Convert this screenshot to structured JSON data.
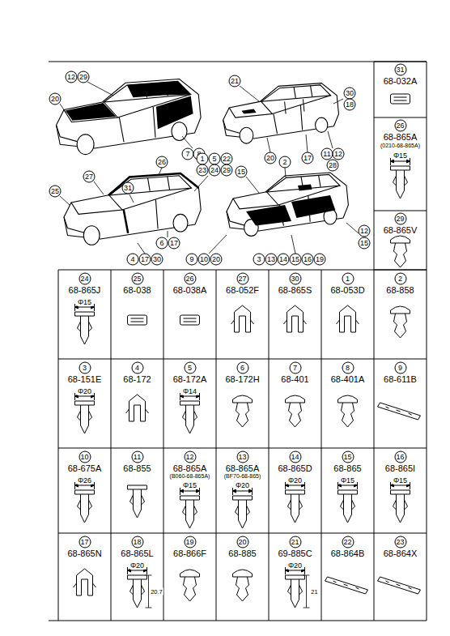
{
  "diagram": {
    "labels": [
      "12",
      "29",
      "20",
      "7",
      "8",
      "21",
      "30",
      "18",
      "20",
      "17",
      "11",
      "12",
      "28",
      "26",
      "1",
      "5",
      "22",
      "23",
      "24",
      "29",
      "27",
      "31",
      "25",
      "6",
      "17",
      "4",
      "17",
      "30",
      "15",
      "2",
      "12",
      "15",
      "9",
      "10",
      "20",
      "3",
      "13",
      "14",
      "15",
      "16",
      "19",
      "31",
      "68-032A",
      "26",
      "68-865A",
      "(0210-68-865A)",
      "Φ15",
      "29",
      "68-865V",
      "24",
      "68-865J",
      "Φ15",
      "25",
      "68-038",
      "26",
      "68-038A",
      "27",
      "68-052F",
      "30",
      "68-865S",
      "1",
      "68-053D",
      "2",
      "68-858",
      "3",
      "68-151E",
      "Φ20",
      "4",
      "68-172",
      "5",
      "68-172A",
      "Φ14",
      "6",
      "68-172H",
      "7",
      "68-401",
      "8",
      "68-401A",
      "9",
      "68-611B",
      "10",
      "68-675A",
      "Φ26",
      "11",
      "68-855",
      "12",
      "68-865A",
      "(B060-68-865A)",
      "Φ15",
      "13",
      "68-865A",
      "(BF70-68-865)",
      "Φ20",
      "14",
      "68-865D",
      "Φ20",
      "15",
      "68-865",
      "Φ15",
      "16",
      "68-865I",
      "Φ15",
      "17",
      "68-865N",
      "18",
      "68-865L",
      "Φ20",
      "20.7",
      "19",
      "68-866F",
      "20",
      "68-885",
      "21",
      "69-885C",
      "Φ20",
      "21",
      "22",
      "68-864B",
      "23",
      "68-864X"
    ]
  }
}
